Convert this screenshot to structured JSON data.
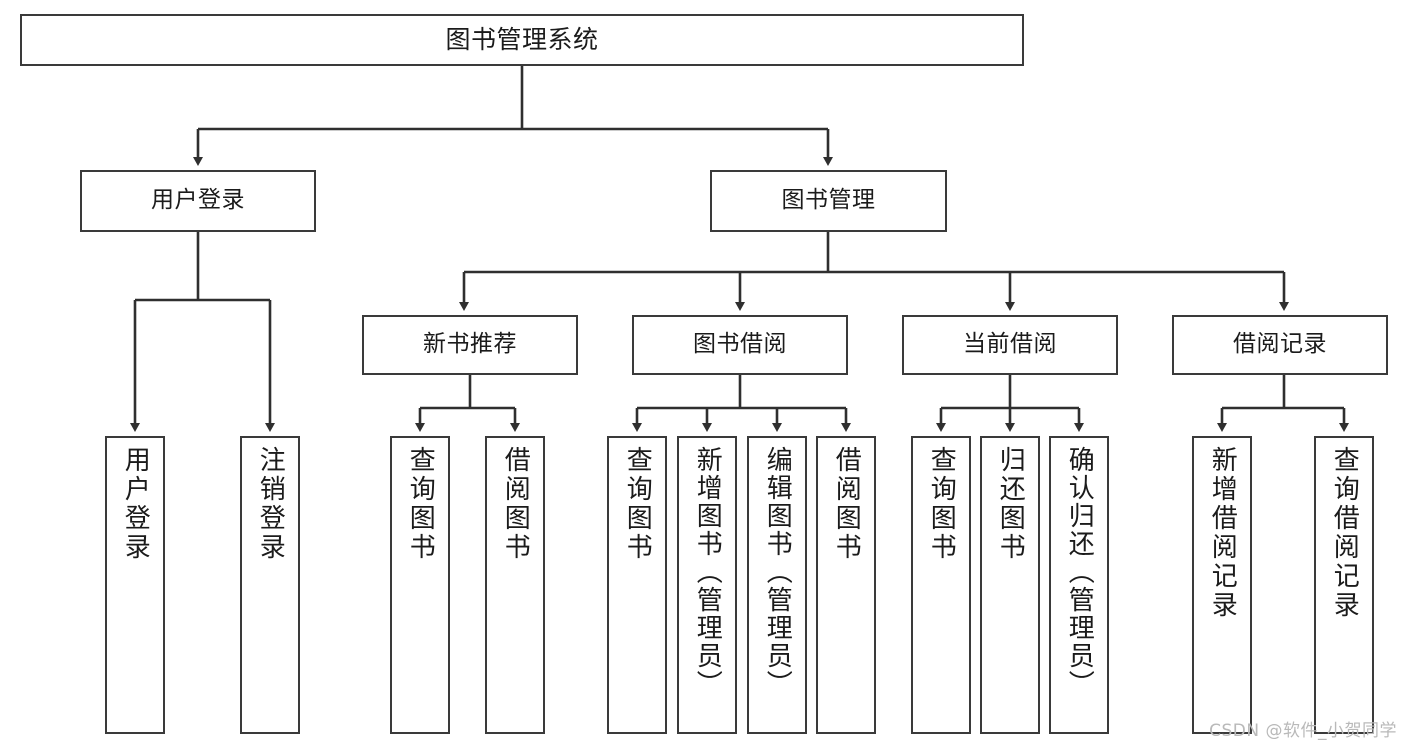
{
  "diagram": {
    "title": "图书管理系统",
    "watermark": "CSDN @软件_小贺同学",
    "colors": {
      "background": "#ffffff",
      "border": "#3a3a3a",
      "edge": "#2f2f2f",
      "text": "#1b1b1b",
      "watermark": "#b9b9b9"
    },
    "nodes": {
      "root": {
        "label": "图书管理系统"
      },
      "level2": [
        {
          "label": "用户登录"
        },
        {
          "label": "图书管理"
        }
      ],
      "level3": [
        {
          "label": "新书推荐"
        },
        {
          "label": "图书借阅"
        },
        {
          "label": "当前借阅"
        },
        {
          "label": "借阅记录"
        }
      ],
      "leaves_user_login": [
        {
          "label": "用户登录"
        },
        {
          "label": "注销登录"
        }
      ],
      "leaves_new_book": [
        {
          "label": "查询图书"
        },
        {
          "label": "借阅图书"
        }
      ],
      "leaves_borrow": [
        {
          "label": "查询图书"
        },
        {
          "label": "新增图书（管理员）"
        },
        {
          "label": "编辑图书（管理员）"
        },
        {
          "label": "借阅图书"
        }
      ],
      "leaves_current": [
        {
          "label": "查询图书"
        },
        {
          "label": "归还图书"
        },
        {
          "label": "确认归还（管理员）"
        }
      ],
      "leaves_records": [
        {
          "label": "新增借阅记录"
        },
        {
          "label": "查询借阅记录"
        }
      ]
    }
  }
}
